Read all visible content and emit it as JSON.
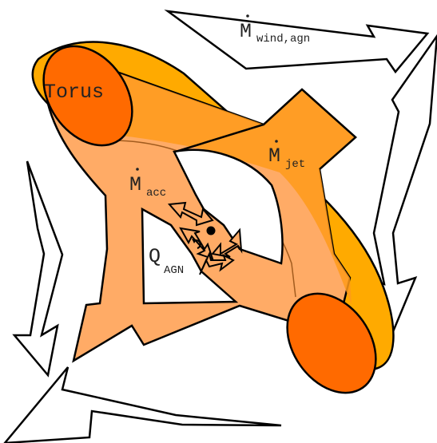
{
  "labels": {
    "torus": "Torus",
    "wind": {
      "base": "M",
      "subscript": "wind,agn"
    },
    "jet": {
      "base": "M",
      "subscript": "jet"
    },
    "accretion": {
      "base": "M",
      "subscript": "acc"
    },
    "agn_heating": {
      "base": "Q",
      "subscript": "AGN"
    }
  },
  "colors": {
    "torus_outer": "#ffaa00",
    "torus_inner": "#ff8c00",
    "torus_end": "#ff6a00",
    "flow": "#ffab66",
    "outline": "#000000",
    "wind_arrow_fill": "#ffffff"
  },
  "icons": {
    "black_hole": "filled-black-dot",
    "spin": "circular-arrow"
  }
}
